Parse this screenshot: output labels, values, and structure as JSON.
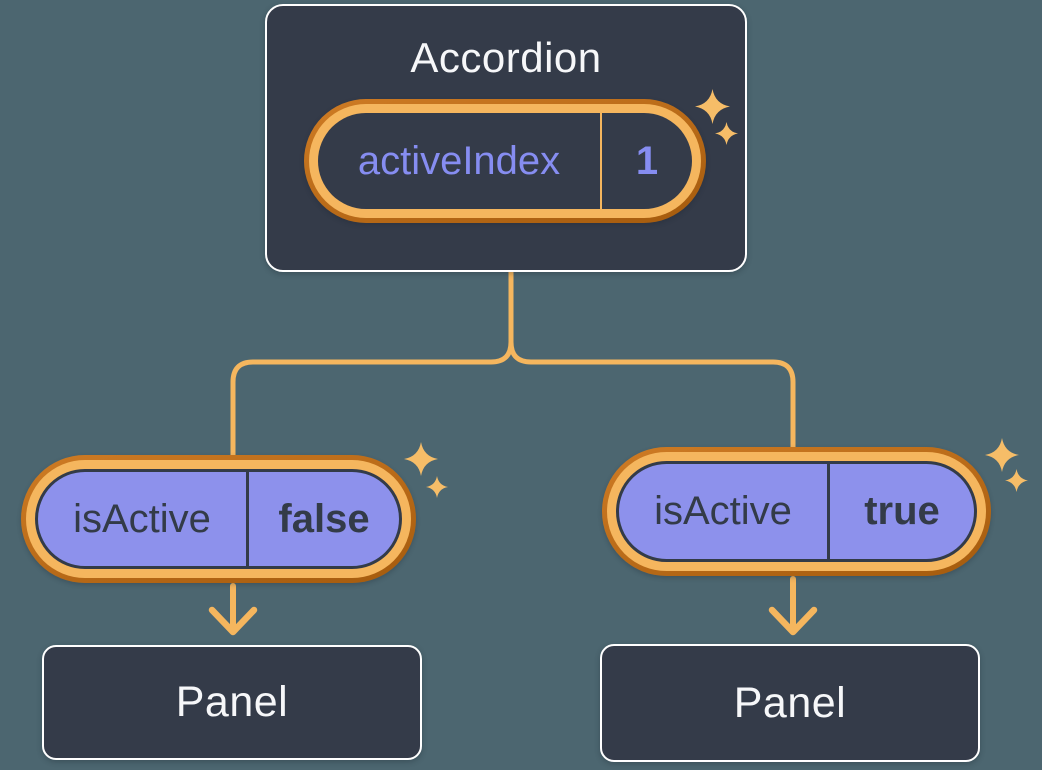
{
  "diagram": {
    "root": {
      "title": "Accordion",
      "state": {
        "name": "activeIndex",
        "value": "1"
      }
    },
    "children": [
      {
        "prop": {
          "name": "isActive",
          "value": "false"
        },
        "panel": {
          "title": "Panel"
        }
      },
      {
        "prop": {
          "name": "isActive",
          "value": "true"
        },
        "panel": {
          "title": "Panel"
        }
      }
    ]
  },
  "icons": {
    "sparkle_icon": "✦"
  },
  "colors": {
    "bg": "#4C6670",
    "card": "#343B49",
    "card_border": "#FFFFFF",
    "text_light": "#F6F7F9",
    "text_dark": "#333B48",
    "purple": "#8D91EC",
    "purple_text": "#868DF1",
    "orange": "#F5B65E",
    "orange_deep": "#CE7B24",
    "orange_deep2": "#A55B0D",
    "sparkle": "#F6BD68"
  }
}
